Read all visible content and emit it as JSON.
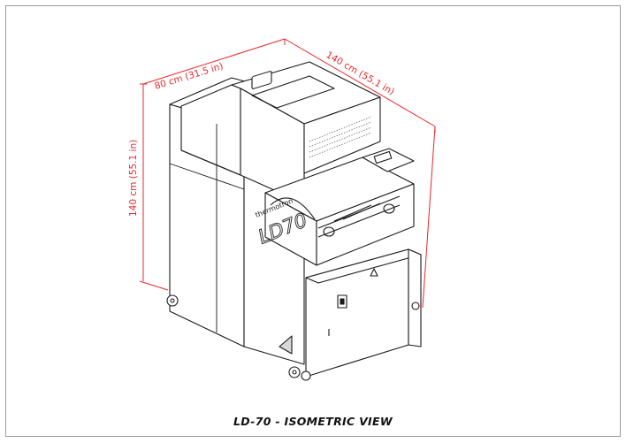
{
  "caption": "LD-70 - ISOMETRIC VIEW",
  "dimensions": {
    "depth": "80 cm  (31.5 in)",
    "width": "140 cm  (55.1 in)",
    "height": "140 cm  (55.1 in)"
  },
  "machine_label": {
    "brand": "thermotron",
    "model": "LD70"
  },
  "colors": {
    "dimension_lines": "#e8262b",
    "linework": "#1a1a1a",
    "frame": "#9a9a9a"
  }
}
